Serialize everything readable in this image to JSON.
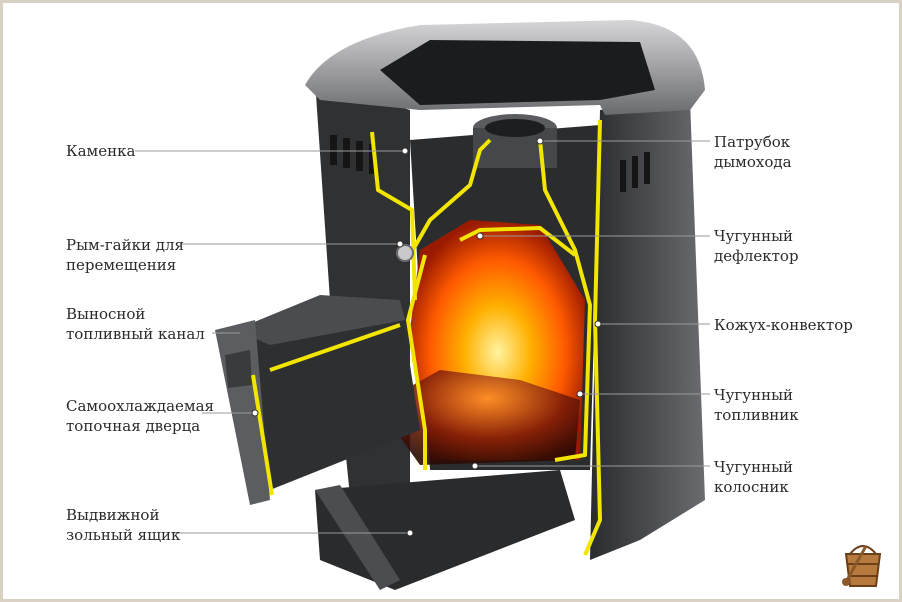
{
  "labels": {
    "kamenka": "Каменка",
    "rym_gaiki": "Рым-гайки для\nперемещения",
    "vynosnoy_kanal": "Выносной\nтопливный канал",
    "dvertsa": "Самоохлаждаемая\nтопочная дверца",
    "zolnik": "Выдвижной\nзольный ящик",
    "patrubok": "Патрубок\nдымохода",
    "deflektor": "Чугунный\nдефлектор",
    "kozhukh": "Кожух-конвектор",
    "toplivnik": "Чугунный\nтопливник",
    "kolosnik": "Чугунный\nколосник"
  },
  "icons": {
    "logo": "sauna-bucket-icon"
  },
  "colors": {
    "highlight": "#f2e600",
    "body": "#3a3b3d",
    "fire": "#ff7a00"
  }
}
